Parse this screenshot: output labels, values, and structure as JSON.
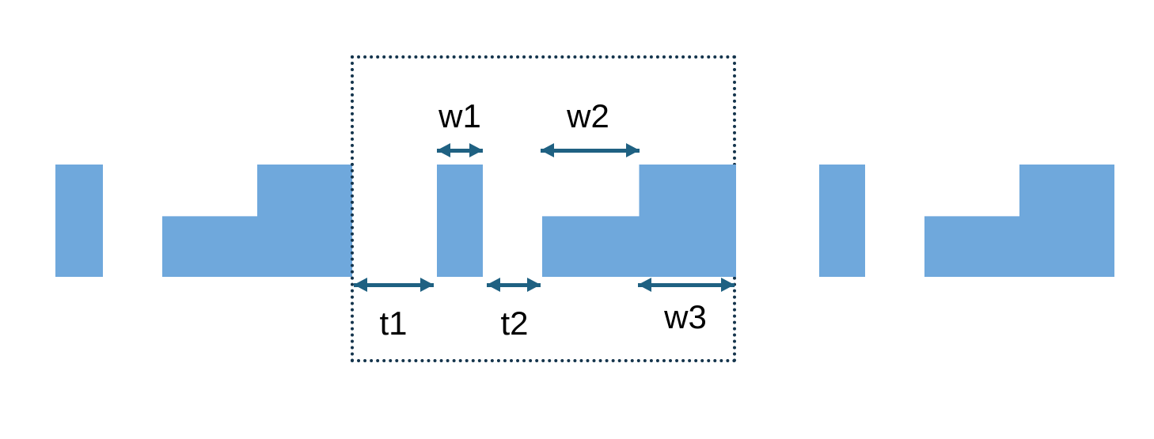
{
  "diagram": {
    "labels": {
      "w1": "w1",
      "w2": "w2",
      "w3": "w3",
      "t1": "t1",
      "t2": "t2"
    },
    "colors": {
      "shape_fill": "#6fa8dc",
      "arrow": "#1f6182",
      "unit_cell_border": "#14344c"
    }
  }
}
